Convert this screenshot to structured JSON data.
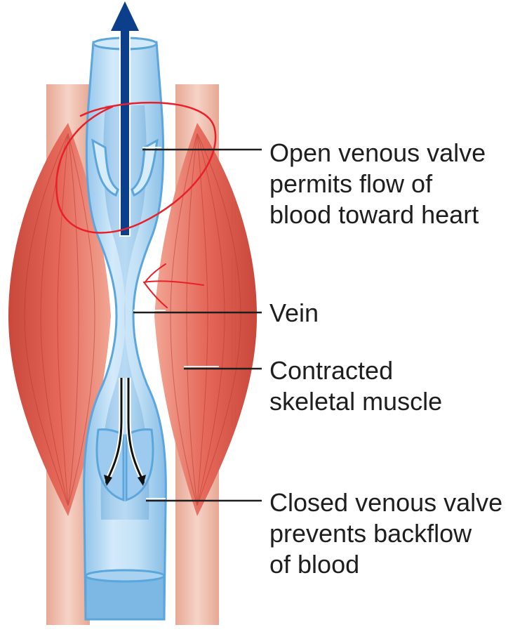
{
  "labels": {
    "open_valve": [
      "Open venous valve",
      "permits flow of",
      "blood toward heart"
    ],
    "vein": [
      "Vein"
    ],
    "muscle": [
      "Contracted",
      "skeletal muscle"
    ],
    "closed_valve": [
      "Closed venous valve",
      "prevents backflow",
      "of blood"
    ]
  },
  "colors": {
    "vein_fill": "#bfe0f7",
    "vein_outline": "#5ba6dc",
    "vein_inner": "#7fb9e3",
    "muscle": "#d9594a",
    "muscle_light": "#f0a08e",
    "tendon": "#f3c6b9",
    "arrow_blue": "#0b3f8c",
    "arrow_black": "#111111",
    "annotation_red": "#e8202a",
    "leader_line": "#1e1e1e"
  },
  "icons": {
    "upward_flow": "up-arrow-icon",
    "backflow": "curved-down-arrows-icon"
  }
}
